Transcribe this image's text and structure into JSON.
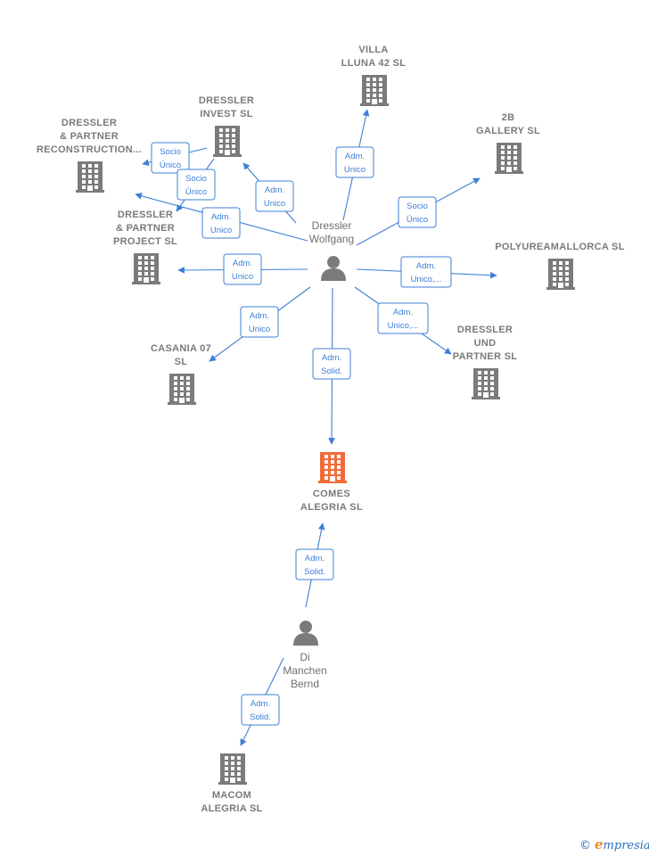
{
  "nodes": [
    {
      "id": "dressler_reconstruction",
      "type": "company",
      "label": [
        "DRESSLER",
        "& PARTNER",
        "RECONSTRUCTION..."
      ]
    },
    {
      "id": "dressler_invest",
      "type": "company",
      "label": [
        "DRESSLER",
        "INVEST  SL"
      ]
    },
    {
      "id": "villa_lluna",
      "type": "company",
      "label": [
        "VILLA",
        "LLUNA 42  SL"
      ]
    },
    {
      "id": "gallery_2b",
      "type": "company",
      "label": [
        "2B",
        "GALLERY  SL"
      ]
    },
    {
      "id": "polyureamallorca",
      "type": "company",
      "label": [
        "POLYUREAMALLORCA SL"
      ]
    },
    {
      "id": "dressler_project",
      "type": "company",
      "label": [
        "DRESSLER",
        "& PARTNER",
        "PROJECT  SL"
      ]
    },
    {
      "id": "dressler_und",
      "type": "company",
      "label": [
        "DRESSLER",
        "UND",
        "PARTNER  SL"
      ]
    },
    {
      "id": "casania",
      "type": "company",
      "label": [
        "CASANIA 07",
        "SL"
      ]
    },
    {
      "id": "comes_alegria",
      "type": "focus",
      "label": [
        "COMES",
        "ALEGRIA  SL"
      ]
    },
    {
      "id": "macom_alegria",
      "type": "company",
      "label": [
        "MACOM",
        "ALEGRIA  SL"
      ]
    },
    {
      "id": "dressler_wolfgang",
      "type": "person",
      "label": [
        "Dressler",
        "Wolfgang"
      ]
    },
    {
      "id": "di_manchen",
      "type": "person",
      "label": [
        "Di",
        "Manchen",
        "Bernd"
      ]
    }
  ],
  "edges": [
    {
      "from": "dressler_wolfgang",
      "to": "villa_lluna",
      "label": [
        "Adm.",
        "Unico"
      ]
    },
    {
      "from": "dressler_wolfgang",
      "to": "dressler_invest",
      "label": [
        "Adm.",
        "Unico"
      ]
    },
    {
      "from": "dressler_wolfgang",
      "to": "gallery_2b",
      "label": [
        "Socio",
        "Único"
      ]
    },
    {
      "from": "dressler_wolfgang",
      "to": "dressler_reconstruction",
      "label": [
        "Adm.",
        "Unico"
      ]
    },
    {
      "from": "dressler_invest",
      "to": "dressler_reconstruction",
      "label": [
        "Socio",
        "Único"
      ]
    },
    {
      "from": "dressler_invest",
      "to": "dressler_project",
      "label": [
        "Socio",
        "Único"
      ]
    },
    {
      "from": "dressler_wolfgang",
      "to": "dressler_project",
      "label": [
        "Adm.",
        "Unico"
      ]
    },
    {
      "from": "dressler_wolfgang",
      "to": "polyureamallorca",
      "label": [
        "Adm.",
        "Unico,..."
      ]
    },
    {
      "from": "dressler_wolfgang",
      "to": "dressler_und",
      "label": [
        "Adm.",
        "Unico,..."
      ]
    },
    {
      "from": "dressler_wolfgang",
      "to": "casania",
      "label": [
        "Adm.",
        "Unico"
      ]
    },
    {
      "from": "dressler_wolfgang",
      "to": "comes_alegria",
      "label": [
        "Adm.",
        "Solid."
      ]
    },
    {
      "from": "di_manchen",
      "to": "comes_alegria",
      "label": [
        "Adm.",
        "Solid."
      ]
    },
    {
      "from": "di_manchen",
      "to": "macom_alegria",
      "label": [
        "Adm.",
        "Solid."
      ]
    }
  ],
  "colors": {
    "edge": "#3d7fd6",
    "company_icon": "#7b7b7b",
    "focus_icon": "#f26b3a",
    "person_icon": "#7b7b7b",
    "label": "#7a7a7a",
    "brand_e": "#f0892b",
    "brand_text": "#2a6fba"
  },
  "icons": {
    "company": "building-icon",
    "person": "person-icon",
    "copyright": "copyright-icon"
  },
  "footer": {
    "copyright": "©",
    "brand_initial": "e",
    "brand_rest": "mpresia"
  }
}
